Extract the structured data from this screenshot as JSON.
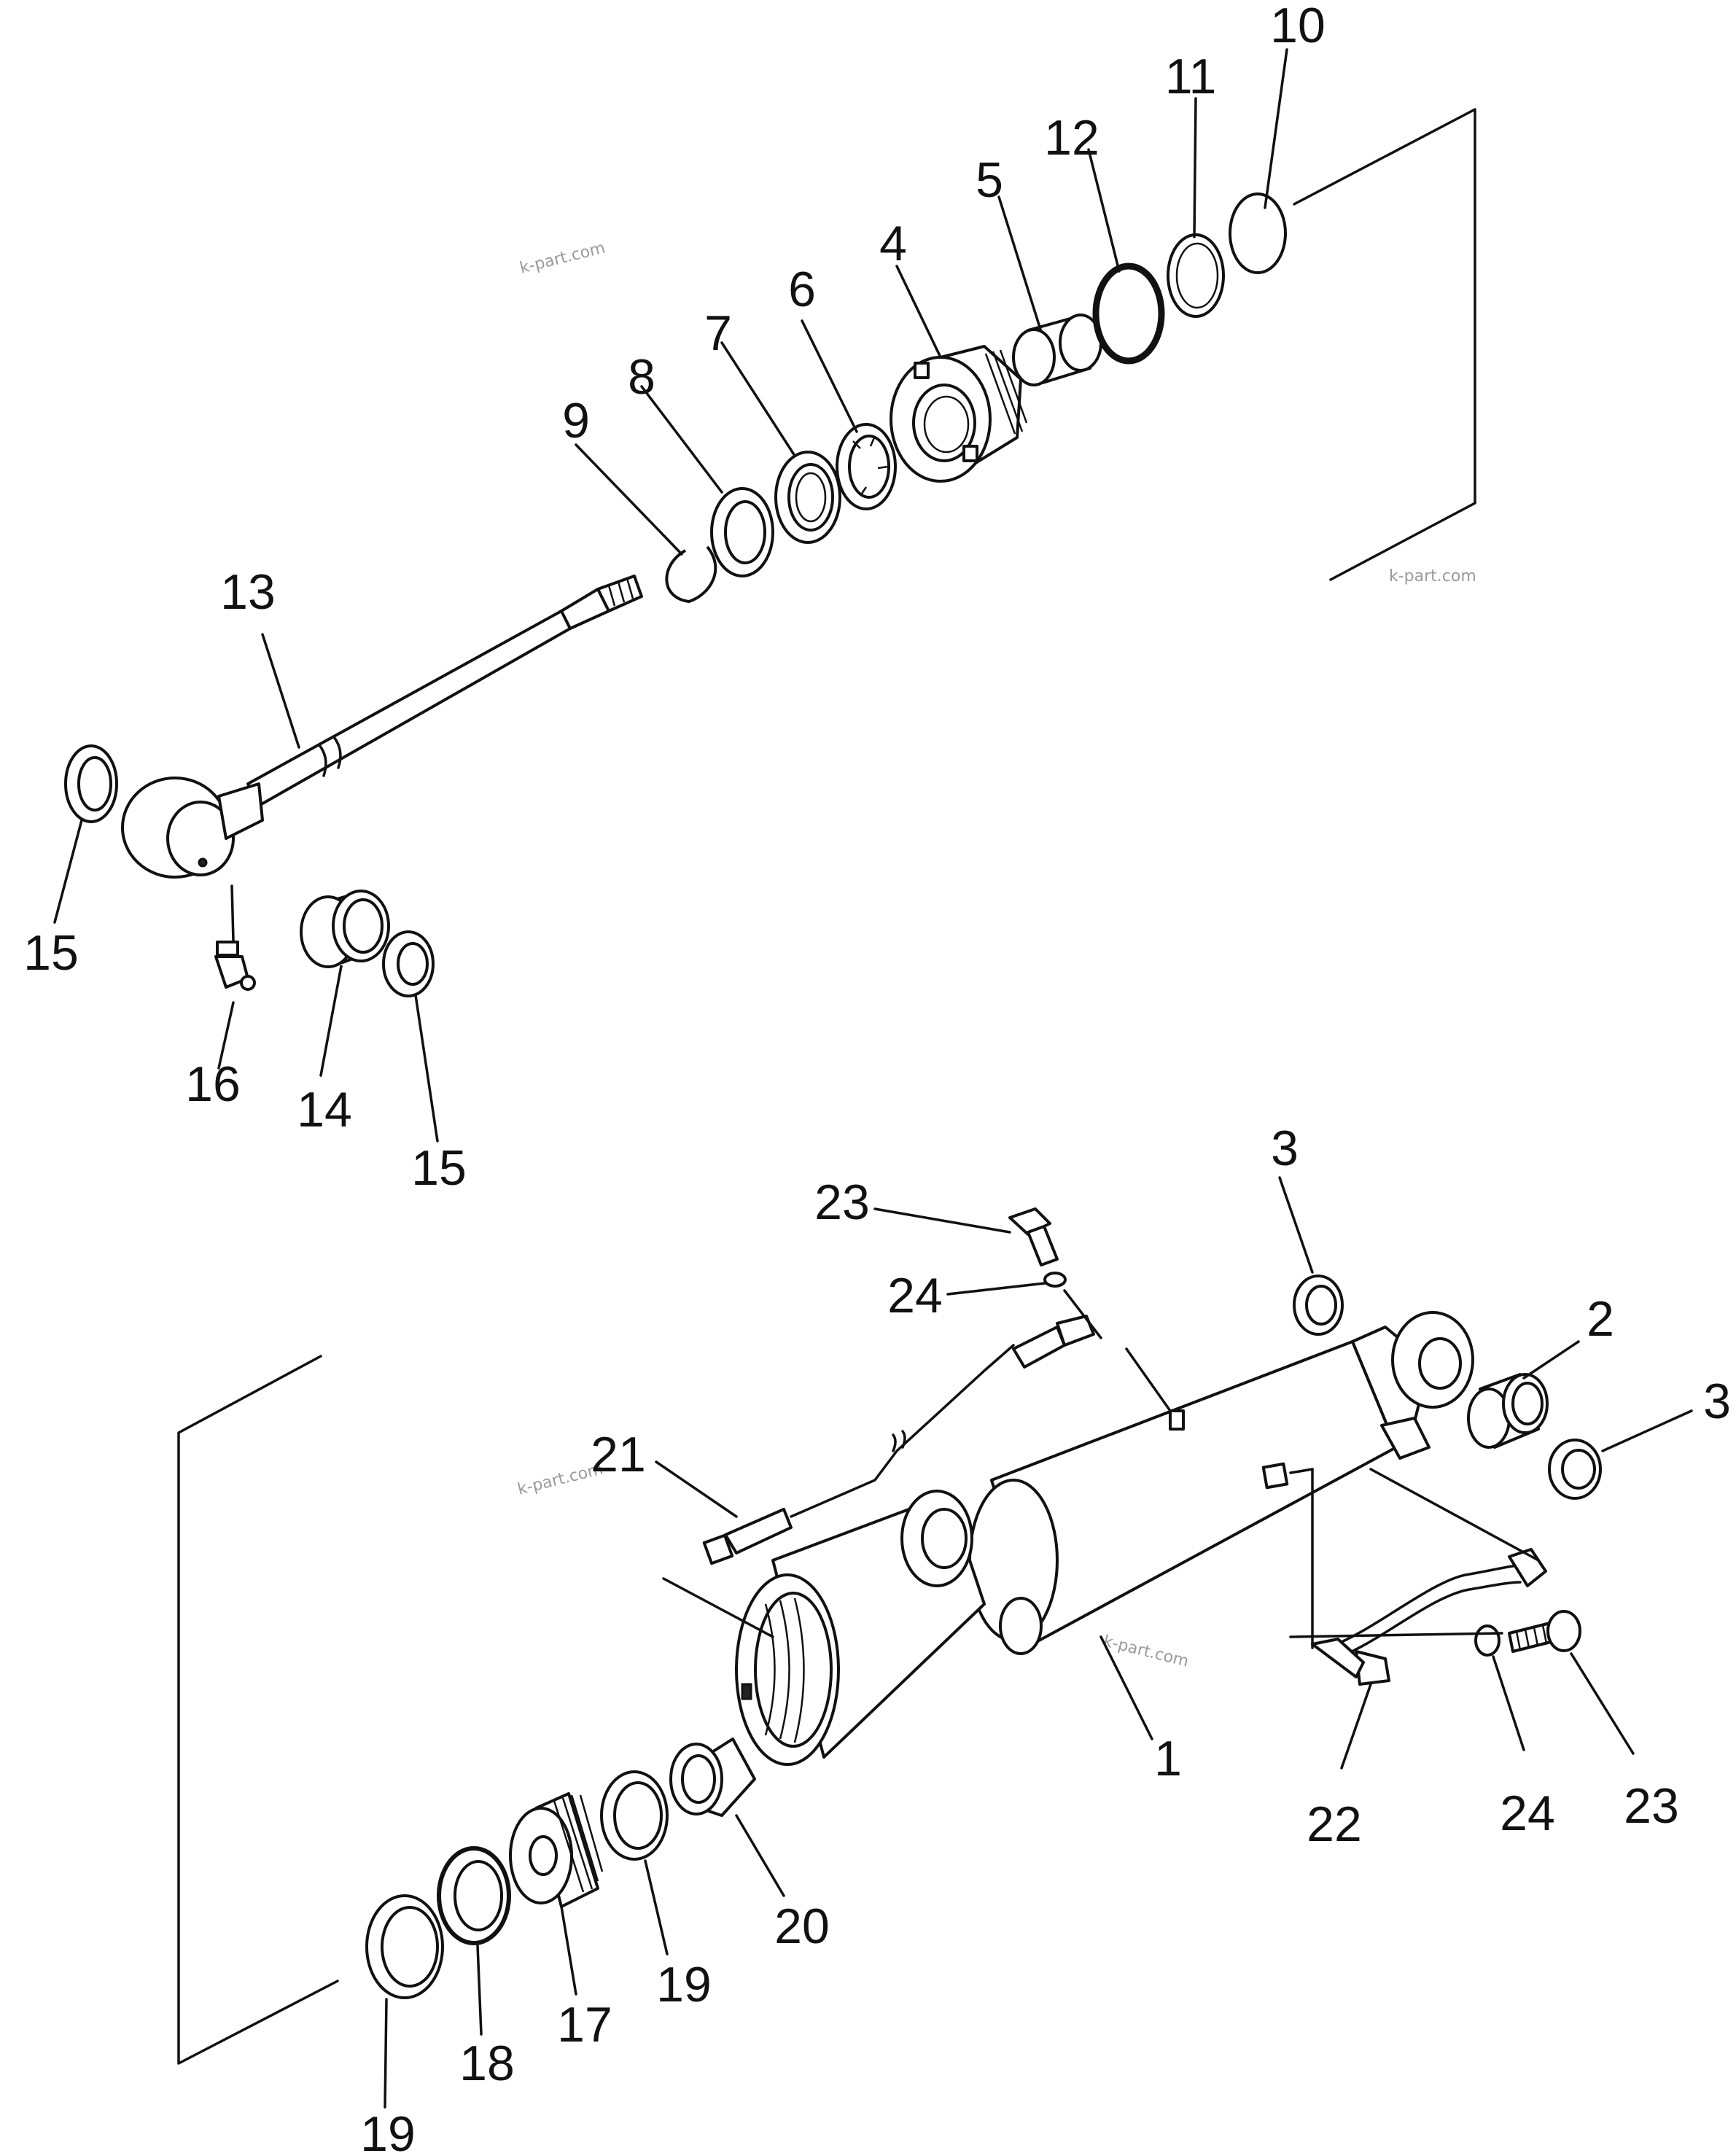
{
  "callouts": {
    "c1": "1",
    "c2": "2",
    "c3a": "3",
    "c3b": "3",
    "c4": "4",
    "c5": "5",
    "c6": "6",
    "c7": "7",
    "c8": "8",
    "c9": "9",
    "c10": "10",
    "c11": "11",
    "c12": "12",
    "c13": "13",
    "c14": "14",
    "c15a": "15",
    "c15b": "15",
    "c16": "16",
    "c17": "17",
    "c18": "18",
    "c19a": "19",
    "c19b": "19",
    "c20": "20",
    "c21": "21",
    "c22": "22",
    "c23a": "23",
    "c23b": "23",
    "c24a": "24",
    "c24b": "24"
  },
  "watermarks": {
    "w1": "k-part.com",
    "w2": "k-part.com",
    "w3": "k-part.com",
    "w4": "k-part.com"
  }
}
